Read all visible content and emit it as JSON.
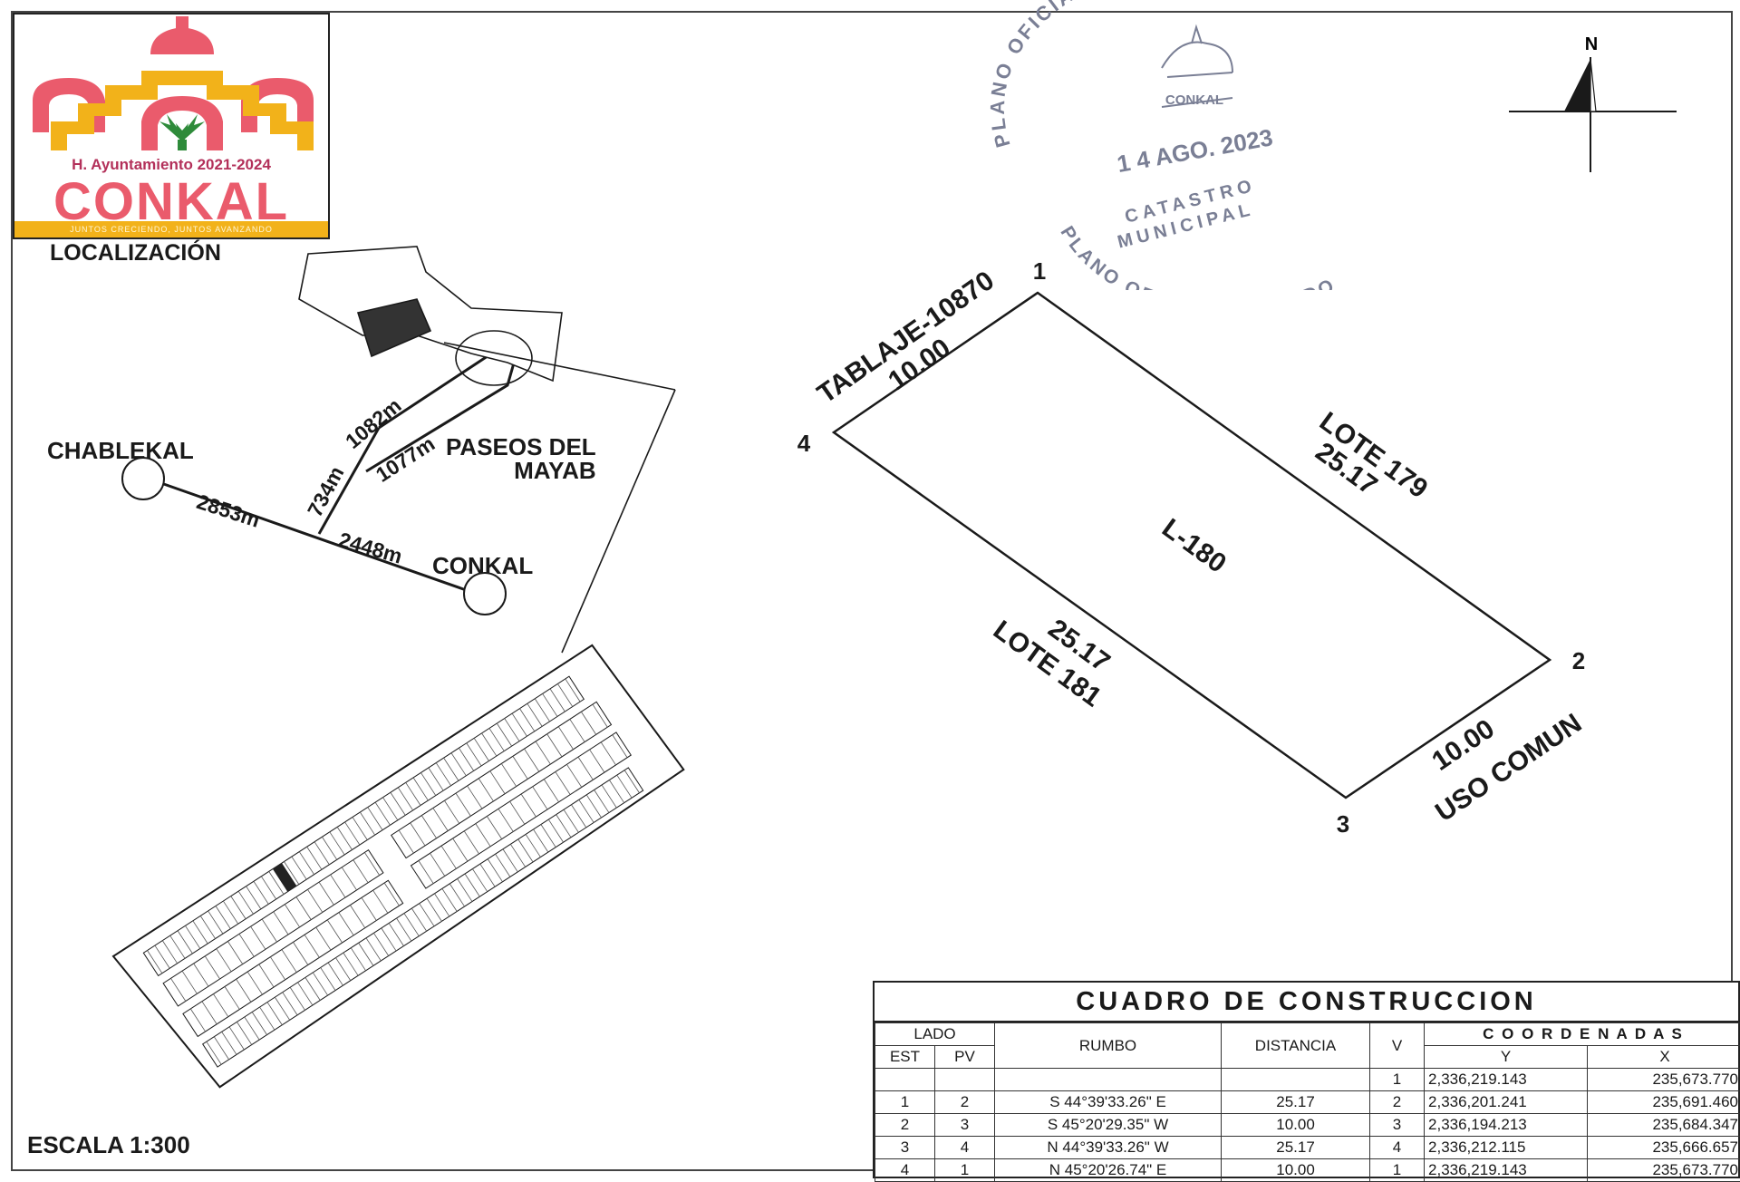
{
  "logo": {
    "council": "H. Ayuntamiento 2021-2024",
    "name": "CONKAL",
    "slogan": "JUNTOS CRECIENDO, JUNTOS AVANZANDO"
  },
  "location_map": {
    "title": "LOCALIZACIÓN",
    "places": {
      "chablekal": "CHABLEKAL",
      "paseos": [
        "PASEOS DEL",
        "MAYAB"
      ],
      "conkal": "CONKAL"
    },
    "distances": {
      "d2853": "2853m",
      "d734": "734m",
      "d1082": "1082m",
      "d1077": "1077m",
      "d2448": "2448m"
    }
  },
  "stamp": {
    "top_arc": "PLANO OFICIAL VALIDADO",
    "emblem": "CONKAL",
    "date": "1 4 AGO. 2023",
    "line1": "CATASTRO",
    "line2": "MUNICIPAL",
    "bottom_arc": "PLANO OFICIAL VALIDADO"
  },
  "north_arrow": {
    "label": "N"
  },
  "lot": {
    "id": "L-180",
    "vertices": [
      "1",
      "2",
      "3",
      "4"
    ],
    "edge_top_left": {
      "name": "TABLAJE-10870",
      "length": "10.00"
    },
    "edge_top_right": {
      "name": "LOTE 179",
      "length": "25.17"
    },
    "edge_bottom_left": {
      "name": "LOTE 181",
      "length": "25.17"
    },
    "edge_bottom_right": {
      "name": "USO COMUN",
      "length": "10.00"
    }
  },
  "scale": "ESCALA 1:300",
  "construction_table": {
    "title": "CUADRO DE CONSTRUCCION",
    "headers": {
      "lado": "LADO",
      "est": "EST",
      "pv": "PV",
      "rumbo": "RUMBO",
      "distancia": "DISTANCIA",
      "v": "V",
      "coordenadas": "C O O R D E N A D A S",
      "y": "Y",
      "x": "X"
    },
    "rows": [
      {
        "est": "",
        "pv": "",
        "rumbo": "",
        "distancia": "",
        "v": "1",
        "y": "2,336,219.143",
        "x": "235,673.770"
      },
      {
        "est": "1",
        "pv": "2",
        "rumbo": "S 44°39'33.26\" E",
        "distancia": "25.17",
        "v": "2",
        "y": "2,336,201.241",
        "x": "235,691.460"
      },
      {
        "est": "2",
        "pv": "3",
        "rumbo": "S 45°20'29.35\" W",
        "distancia": "10.00",
        "v": "3",
        "y": "2,336,194.213",
        "x": "235,684.347"
      },
      {
        "est": "3",
        "pv": "4",
        "rumbo": "N 44°39'33.26\" W",
        "distancia": "25.17",
        "v": "4",
        "y": "2,336,212.115",
        "x": "235,666.657"
      },
      {
        "est": "4",
        "pv": "1",
        "rumbo": "N 45°20'26.74\" E",
        "distancia": "10.00",
        "v": "1",
        "y": "2,336,219.143",
        "x": "235,673.770"
      }
    ]
  },
  "colors": {
    "logo_pink": "#ea5b6c",
    "logo_yellow": "#f2b21a",
    "logo_green": "#2e8b3a",
    "stamp_ink": "#7a7f95",
    "line": "#1a1a1a"
  }
}
